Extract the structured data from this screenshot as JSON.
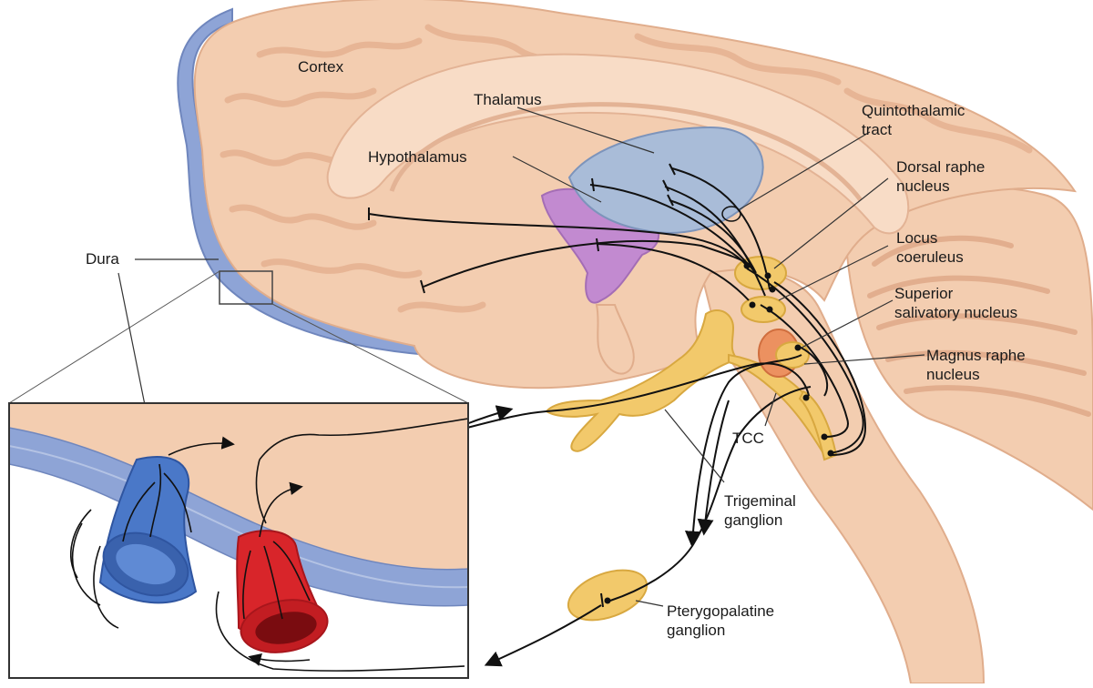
{
  "labels": {
    "cortex": "Cortex",
    "thalamus": "Thalamus",
    "hypothalamus": "Hypothalamus",
    "quintothalamic_1": "Quintothalamic",
    "quintothalamic_2": "tract",
    "dorsal_raphe_1": "Dorsal raphe",
    "dorsal_raphe_2": "nucleus",
    "locus_1": "Locus",
    "locus_2": "coeruleus",
    "superior_1": "Superior",
    "superior_2": "salivatory nucleus",
    "magnus_1": "Magnus raphe",
    "magnus_2": "nucleus",
    "dura": "Dura",
    "tcc": "TCC",
    "trigeminal_1": "Trigeminal",
    "trigeminal_2": "ganglion",
    "ptery_1": "Pterygopalatine",
    "ptery_2": "ganglion"
  },
  "colors": {
    "cortex": "#f3cdb0",
    "cortex_fold": "#e9b898",
    "dura": "#8ea4d6",
    "thalamus": "#a9bcd8",
    "hypothalamus": "#c28ad0",
    "ganglion": "#f2c96b",
    "salivatory": "#ec9160",
    "vein": "#4a78c8",
    "artery": "#d8252a",
    "nerve": "#111111"
  }
}
